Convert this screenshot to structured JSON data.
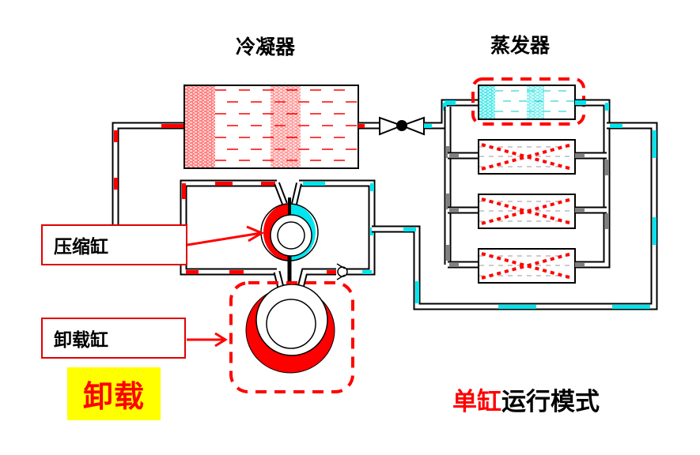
{
  "titles": {
    "condenser": "冷凝器",
    "evaporator": "蒸发器"
  },
  "labels": {
    "compression_cylinder": "压缩缸",
    "unloading_cylinder": "卸载缸"
  },
  "mode_badge": "卸载",
  "mode_caption": {
    "highlight": "单缸",
    "rest": "运行模式"
  },
  "colors": {
    "hot_refrigerant": "#ff0000",
    "cold_refrigerant": "#00e5ee",
    "inactive": "#808080",
    "badge_bg": "#ffff00",
    "pipe": "#000000"
  },
  "evaporators": [
    {
      "state": "active"
    },
    {
      "state": "disabled"
    },
    {
      "state": "disabled"
    },
    {
      "state": "disabled"
    }
  ]
}
